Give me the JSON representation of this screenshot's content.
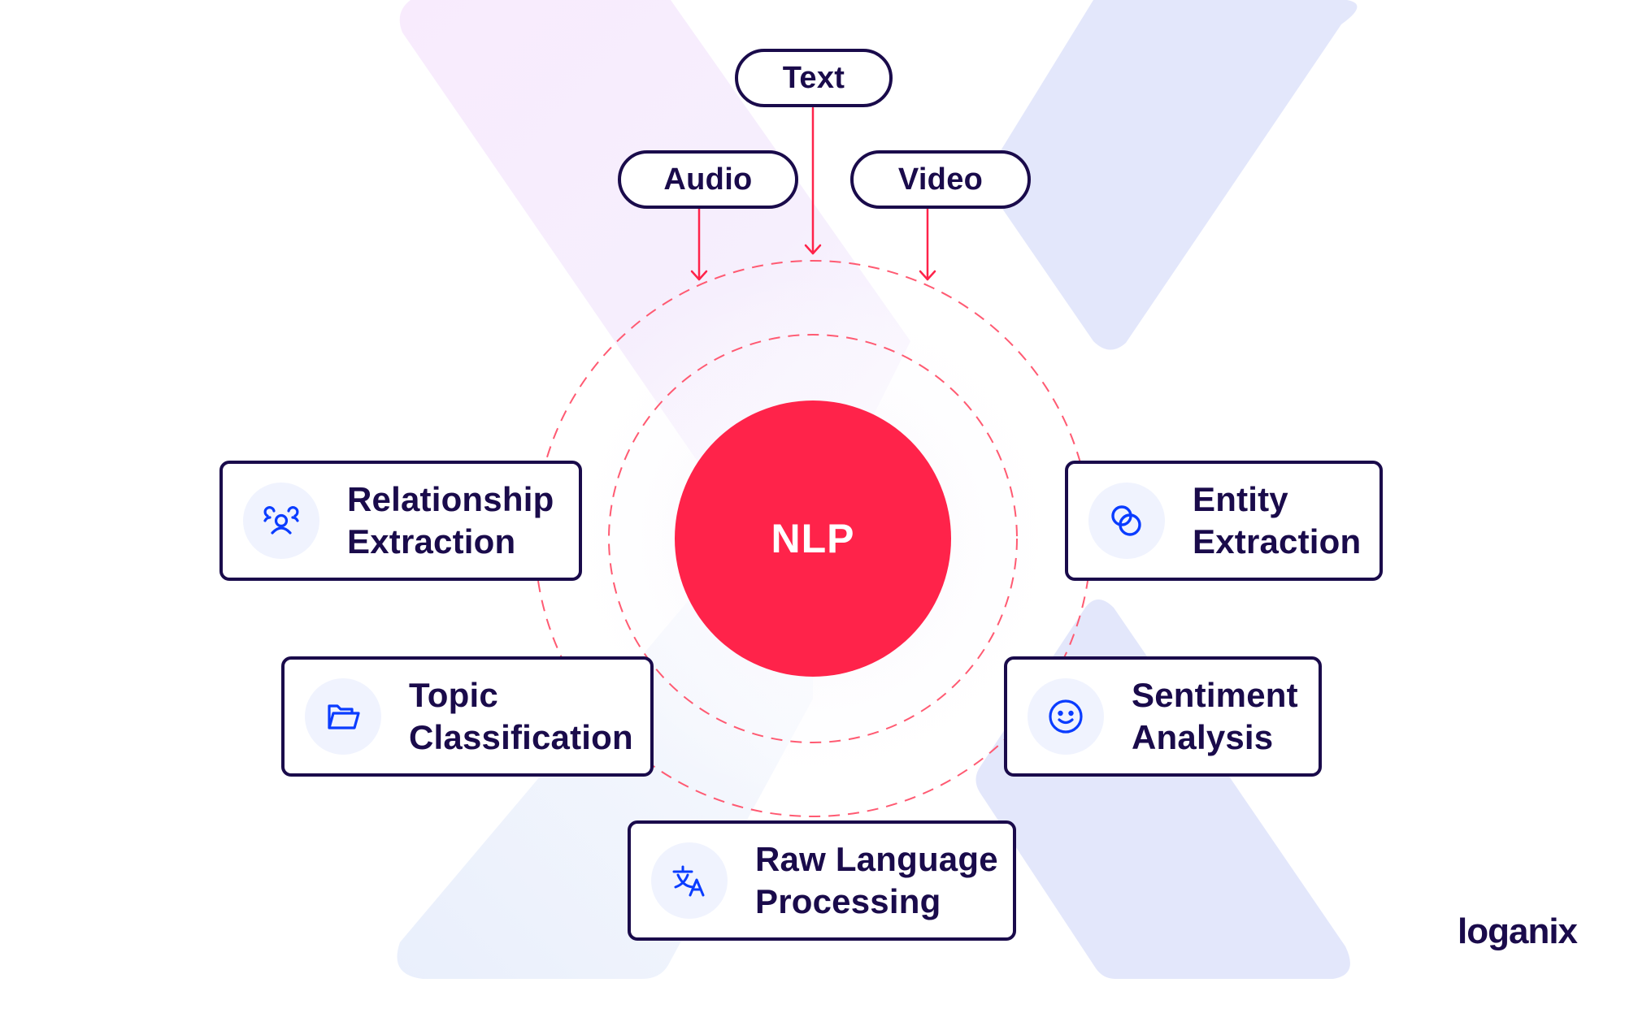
{
  "diagram": {
    "title": "NLP",
    "inputs": [
      {
        "id": "text",
        "label": "Text"
      },
      {
        "id": "audio",
        "label": "Audio"
      },
      {
        "id": "video",
        "label": "Video"
      }
    ],
    "capabilities": [
      {
        "id": "relationship",
        "line1": "Relationship",
        "line2": "Extraction",
        "icon": "users-group-icon"
      },
      {
        "id": "entity",
        "line1": "Entity",
        "line2": "Extraction",
        "icon": "overlapping-circles-icon"
      },
      {
        "id": "topic",
        "line1": "Topic",
        "line2": "Classification",
        "icon": "folder-open-icon"
      },
      {
        "id": "sentiment",
        "line1": "Sentiment",
        "line2": "Analysis",
        "icon": "smiley-face-icon"
      },
      {
        "id": "raw-language",
        "line1": "Raw Language",
        "line2": "Processing",
        "icon": "translate-icon"
      }
    ]
  },
  "brand": {
    "logo_text": "loganix"
  },
  "colors": {
    "accent": "#ff234a",
    "navy": "#1a0b4b",
    "icon_blue": "#0a3cff",
    "icon_bg": "#f0f3fe",
    "band_pink": "#f8ebfd",
    "band_blue": "#e3e7fb",
    "band_lightblue": "#eaf0fc"
  }
}
